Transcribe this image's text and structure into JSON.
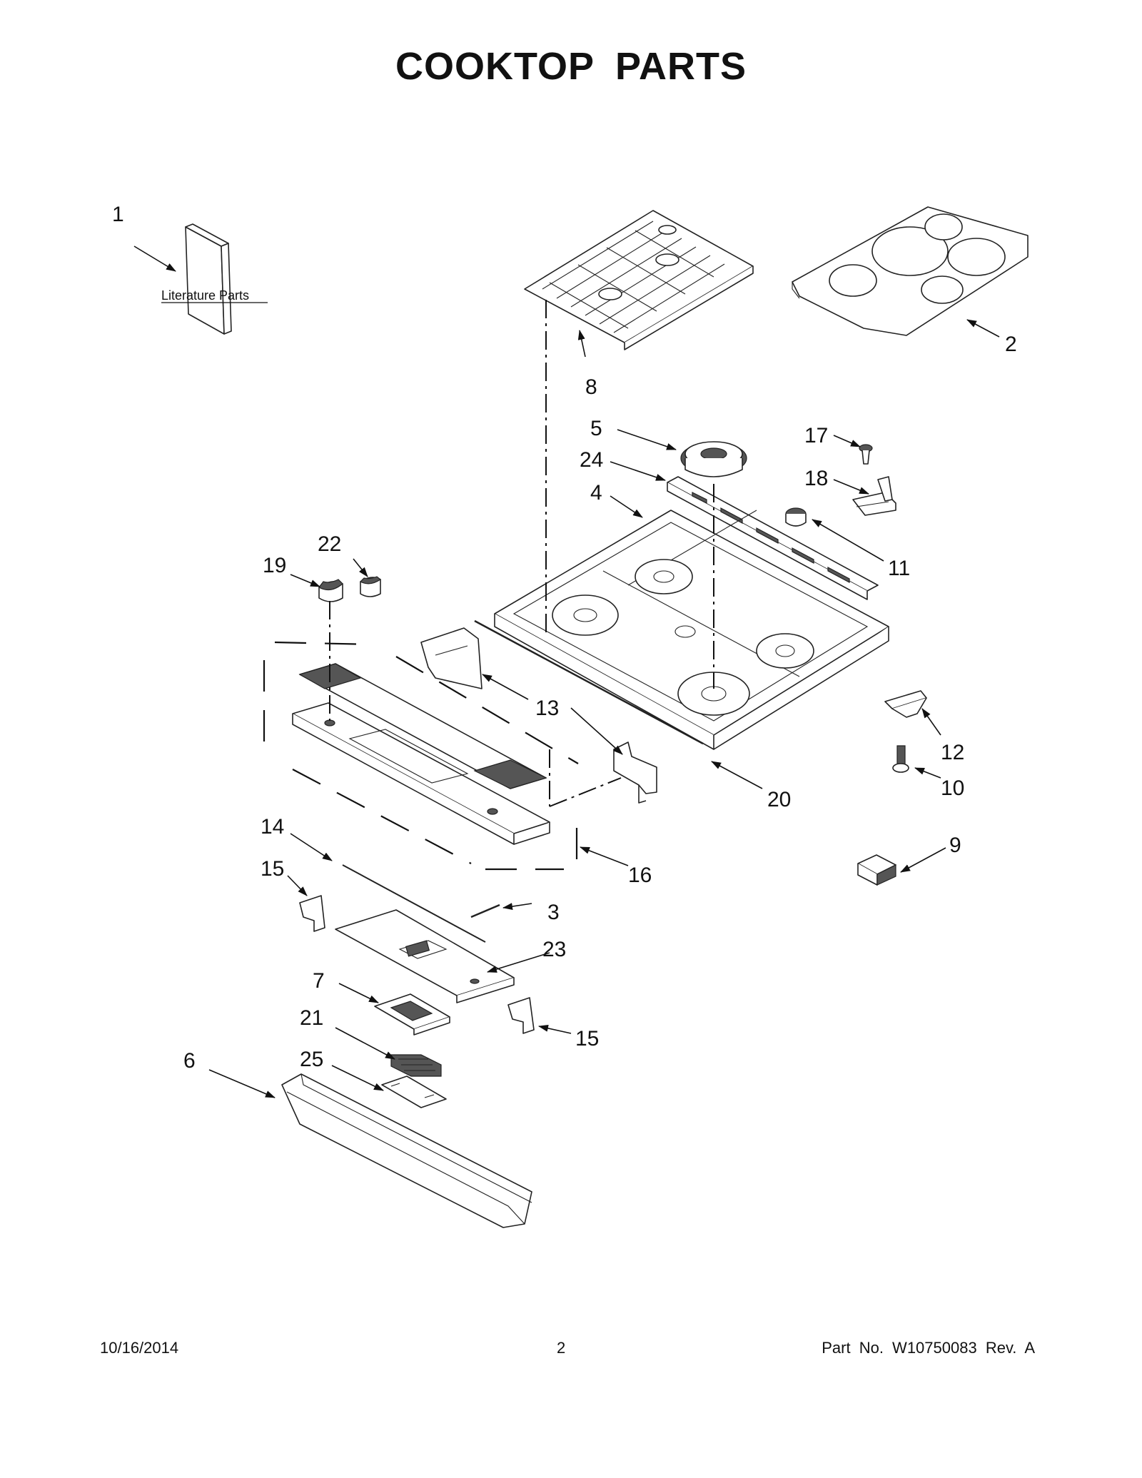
{
  "title": "COOKTOP  PARTS",
  "literature_label": "Literature Parts",
  "callouts": [
    "1",
    "2",
    "3",
    "4",
    "5",
    "6",
    "7",
    "8",
    "9",
    "10",
    "11",
    "12",
    "13",
    "14",
    "15",
    "15",
    "16",
    "17",
    "18",
    "19",
    "20",
    "21",
    "22",
    "23",
    "24",
    "25"
  ],
  "footer": {
    "date": "10/16/2014",
    "page_number": "2",
    "part_number": "Part No.  W10750083  Rev.  A"
  }
}
